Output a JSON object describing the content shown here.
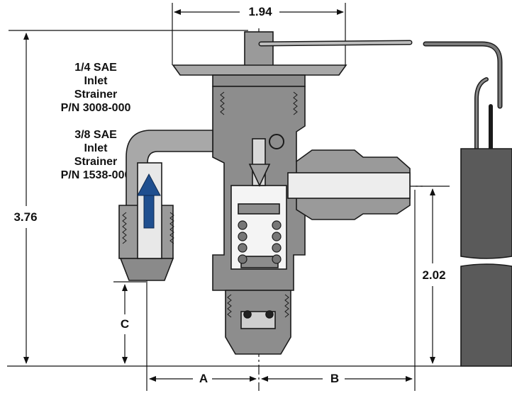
{
  "dimensions": {
    "top_width": "1.94",
    "overall_height": "3.76",
    "outlet_height": "2.02",
    "inlet_height": "C",
    "inlet_offset": "A",
    "outlet_offset": "B"
  },
  "strainers": [
    {
      "lines": [
        "1/4 SAE",
        "Inlet",
        "Strainer",
        "P/N 3008-000"
      ]
    },
    {
      "lines": [
        "3/8 SAE",
        "Inlet",
        "Strainer",
        "P/N 1538-000"
      ]
    }
  ],
  "colors": {
    "body": "#8d8d8d",
    "body_light": "#b9b9b9",
    "outline": "#1a1a1a",
    "flow_arrow": "#1f4f8f",
    "bulb": "#5a5a5a"
  },
  "icons": {
    "flow": "flow-arrow-icon"
  }
}
